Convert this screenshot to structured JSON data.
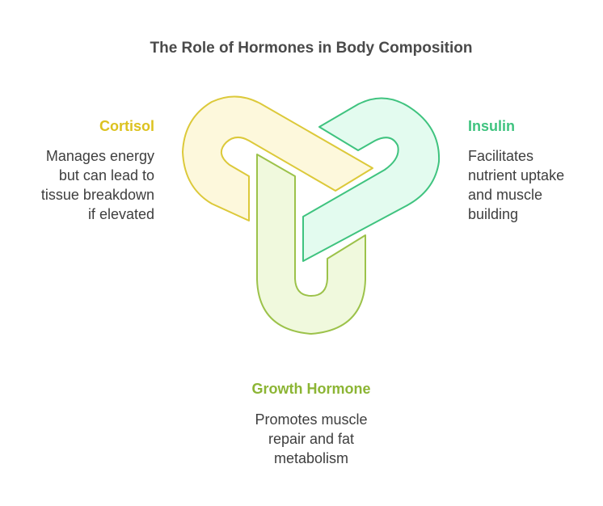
{
  "title": "The Role of Hormones in Body Composition",
  "blocks": {
    "cortisol": {
      "heading": "Cortisol",
      "lines": [
        "Manages energy",
        "but can lead to",
        "tissue breakdown",
        "if elevated"
      ]
    },
    "insulin": {
      "heading": "Insulin",
      "lines": [
        "Facilitates",
        "nutrient uptake",
        "and muscle",
        "building"
      ]
    },
    "growth": {
      "heading": "Growth Hormone",
      "lines": [
        "Promotes muscle",
        "repair and fat",
        "metabolism"
      ]
    }
  },
  "colors": {
    "cortisol_fill": "#fdf8dc",
    "cortisol_stroke": "#dcc93a",
    "insulin_fill": "#e3fbef",
    "insulin_stroke": "#3fc37f",
    "growth_fill": "#f0f9dd",
    "growth_stroke": "#9cc24a"
  }
}
